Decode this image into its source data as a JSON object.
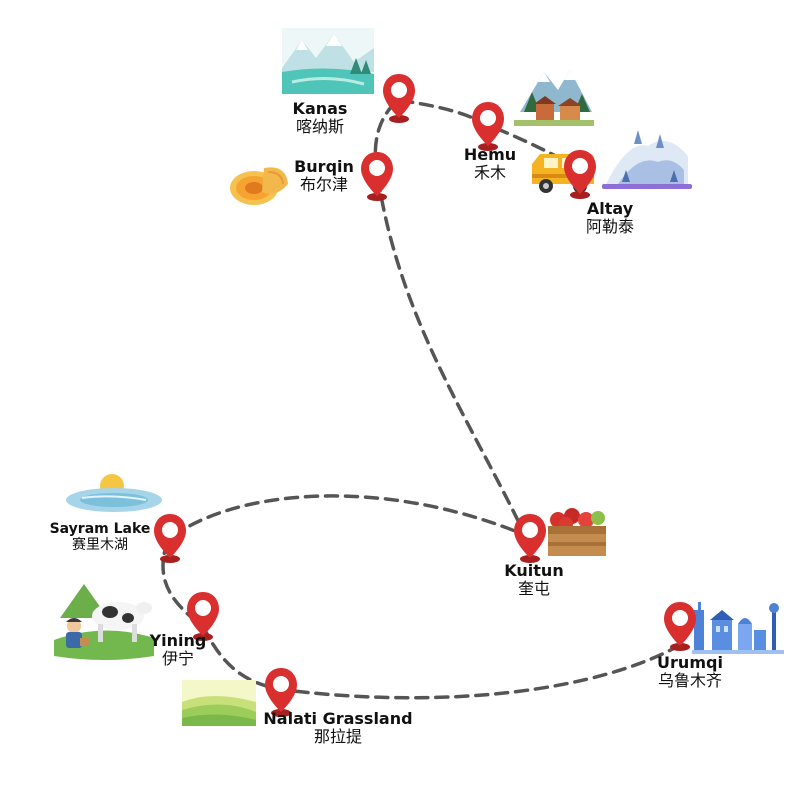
{
  "locations": {
    "kanas": {
      "en": "Kanas",
      "zh": "喀纳斯"
    },
    "burqin": {
      "en": "Burqin",
      "zh": "布尔津"
    },
    "hemu": {
      "en": "Hemu",
      "zh": "禾木"
    },
    "altay": {
      "en": "Altay",
      "zh": "阿勒泰"
    },
    "kuitun": {
      "en": "Kuitun",
      "zh": "奎屯"
    },
    "sayram": {
      "en": "Sayram Lake",
      "zh": "赛里木湖"
    },
    "yining": {
      "en": "Yining",
      "zh": "伊宁"
    },
    "nalati": {
      "en": "Nalati Grassland",
      "zh": "那拉提"
    },
    "urumqi": {
      "en": "Urumqi",
      "zh": "乌鲁木齐"
    }
  },
  "colors": {
    "route": "#555555",
    "marker": "#d9302f",
    "marker_dark": "#a81f1f"
  },
  "icons": [
    "map-pin-icon",
    "snowy-lake-icon",
    "melon-icon",
    "village-icon",
    "tour-van-icon",
    "snow-mountain-icon",
    "apple-crate-icon",
    "lake-sunrise-icon",
    "cow-farmer-icon",
    "grassland-icon",
    "city-skyline-icon"
  ]
}
